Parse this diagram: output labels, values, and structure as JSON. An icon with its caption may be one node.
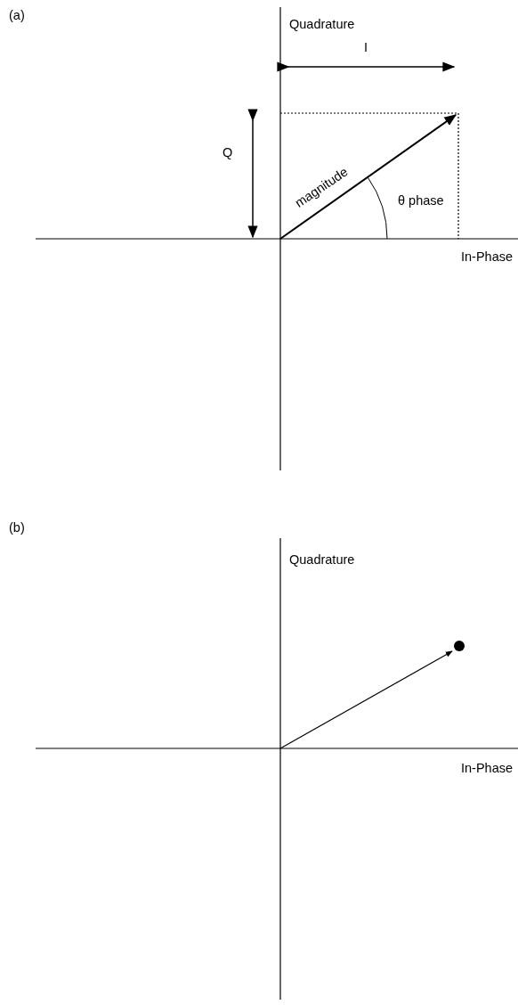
{
  "diagram": {
    "labels": [
      "(a)",
      "Quadrature",
      "I",
      "Q",
      "magnitude",
      "θ phase",
      "In-Phase",
      "(b)",
      "Quadrature",
      "In-Phase"
    ]
  }
}
